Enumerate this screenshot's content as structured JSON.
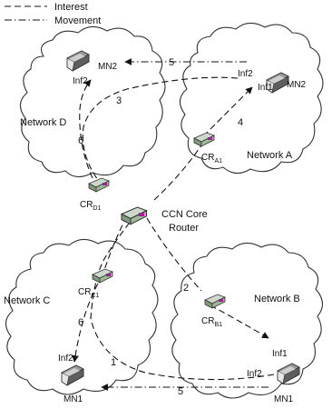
{
  "legend": {
    "interest_label": "Interest",
    "movement_label": "Movement"
  },
  "networks": {
    "a": "Network A",
    "b": "Network B",
    "c": "Network C",
    "d": "Network D"
  },
  "routers": {
    "core_line1": "CCN Core",
    "core_line2": "Router",
    "a_prefix": "CR",
    "a_sub": "A1",
    "b_prefix": "CR",
    "b_sub": "B1",
    "c_prefix": "CR",
    "c_sub": "C1",
    "d_prefix": "CR",
    "d_sub": "D1"
  },
  "mobile_nodes": {
    "top_left": "MN2",
    "top_right": "MN2",
    "bottom_left": "MN1",
    "bottom_right": "MN1"
  },
  "interfaces": {
    "top_left": "Inf2",
    "top_right_inf2": "Inf2",
    "top_right_inf1": "Inf1",
    "bottom_left": "Inf2",
    "bottom_right_inf1": "Inf1",
    "bottom_right_inf2": "Inf2"
  },
  "steps": {
    "s1": "1",
    "s2": "2",
    "s3": "3",
    "s4": "4",
    "s5_top": "5",
    "s5_bottom": "5",
    "s6_top": "6",
    "s6_bottom": "6"
  },
  "colors": {
    "router_accent": "#b0179e",
    "router_body": "#8fae8a",
    "phone_body": "#7a7a7a"
  }
}
